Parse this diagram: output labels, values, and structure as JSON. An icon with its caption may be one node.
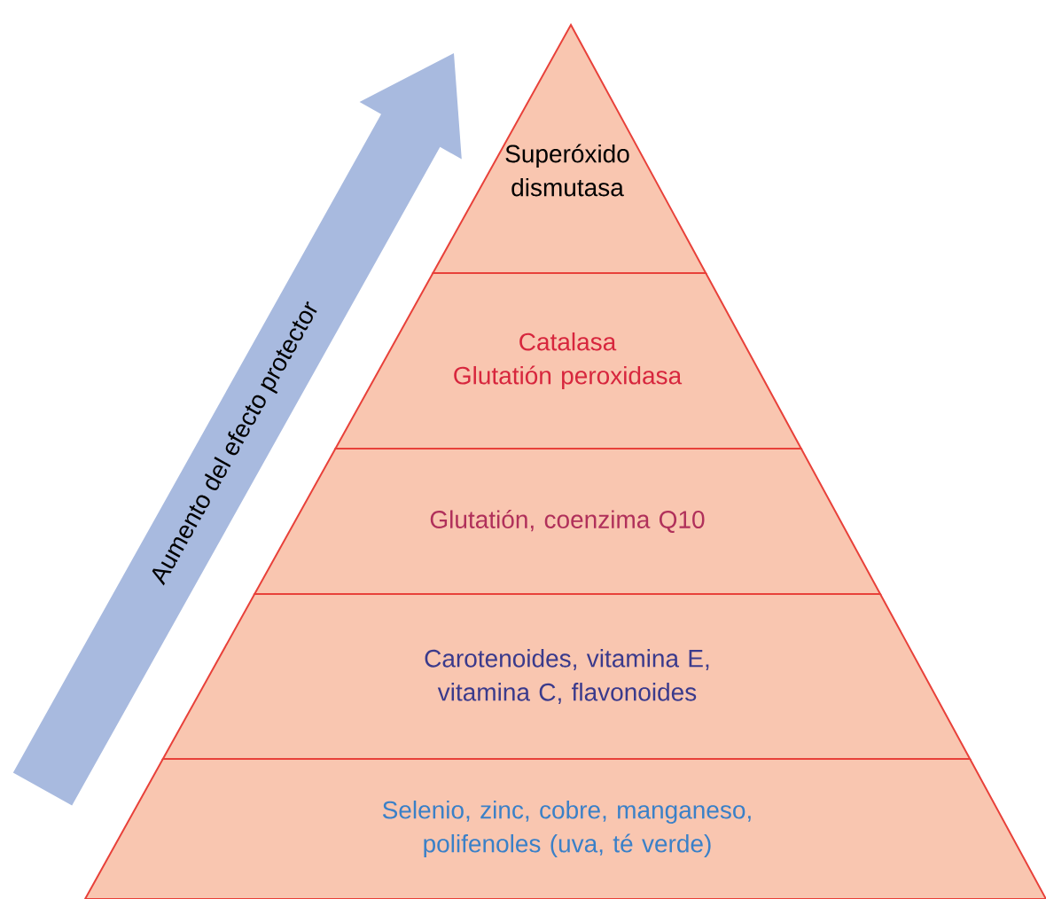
{
  "diagram": {
    "nodes": [
      {
        "text": [
          "Superóxido dismutasa"
        ]
      },
      {
        "text": [
          "Catalasa",
          "Glutatión peroxidasa"
        ]
      },
      {
        "text": [
          "Glutatión, coenzima Q10"
        ]
      },
      {
        "text": [
          "Carotenoides, vitamina E, vitamina C, flavonoides"
        ]
      },
      {
        "text": [
          "Selenio, zinc, cobre, manganeso, polifenoles (uva, té verde)"
        ]
      }
    ],
    "labels": [
      "Aumento del efecto protector"
    ]
  }
}
